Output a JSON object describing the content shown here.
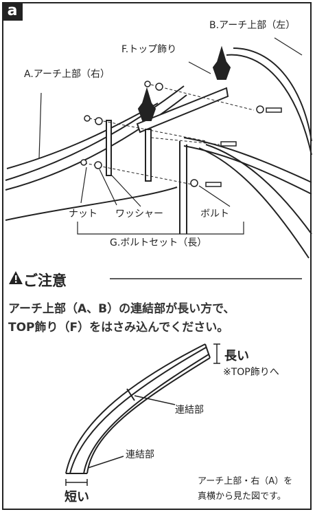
{
  "badge": "a",
  "labels": {
    "arch_left": "B.アーチ上部（左）",
    "top_ornament": "F.トップ飾り",
    "arch_right": "A.アーチ上部（右）",
    "nut": "ナット",
    "washer": "ワッシャー",
    "bolt": "ボルト",
    "bolt_set": "G.ボルトセット（長）"
  },
  "caution": {
    "title": "ご注意",
    "line1": "アーチ上部（A、B）の連結部が長い方で、",
    "line2": "TOP飾り（F）をはさみ込んでください。"
  },
  "detail": {
    "long": "長い",
    "to_top": "※TOP飾りへ",
    "joint_upper": "連結部",
    "joint_lower": "連結部",
    "short": "短い",
    "side_note_1": "アーチ上部・右（A）を",
    "side_note_2": "真横から見た図です。"
  },
  "colors": {
    "line": "#222222",
    "frame": "#222222"
  }
}
